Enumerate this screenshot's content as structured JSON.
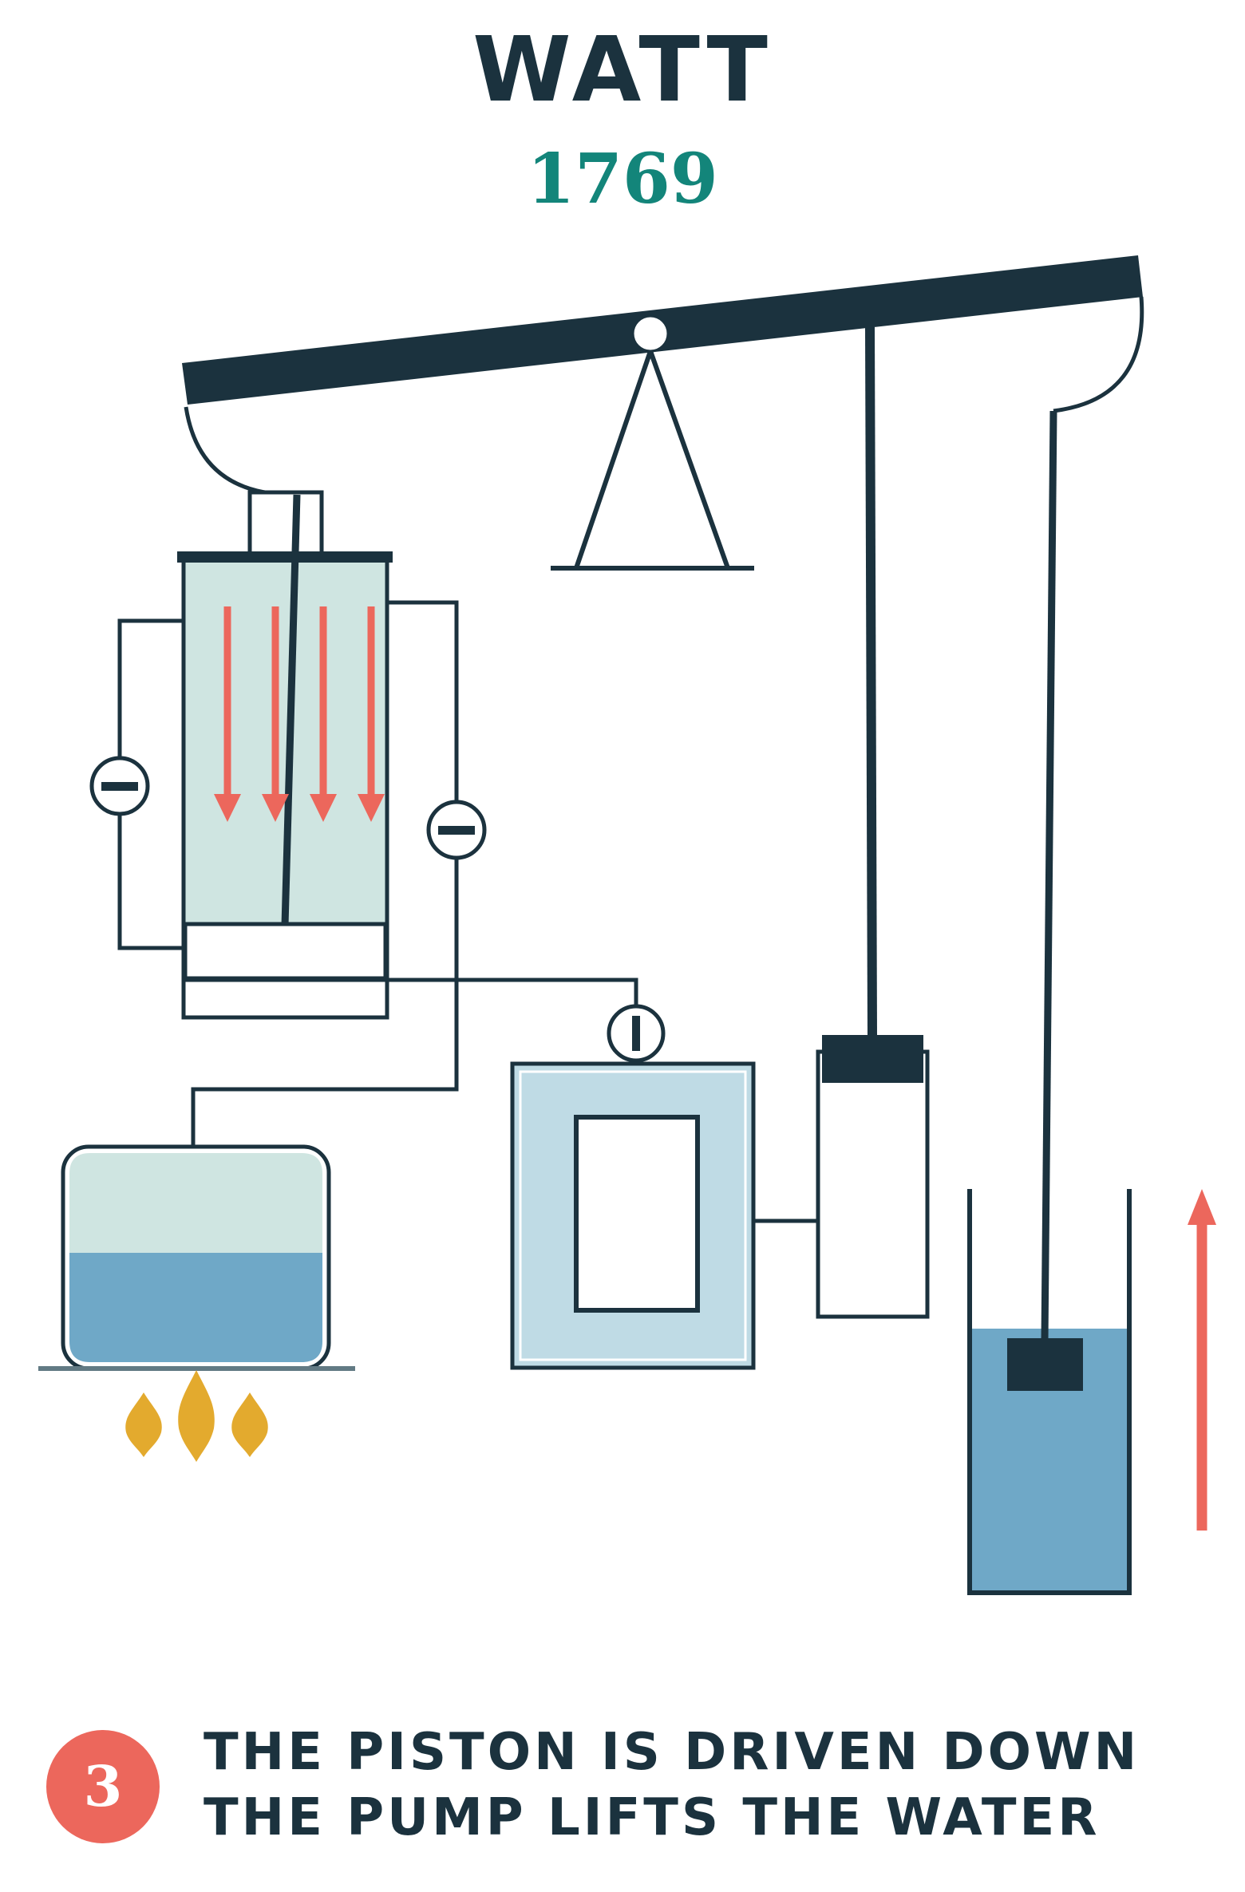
{
  "title": "WATT",
  "year": "1769",
  "step": {
    "number": "3",
    "line1": "THE PISTON IS DRIVEN DOWN",
    "line2": "THE PUMP LIFTS THE WATER"
  },
  "colors": {
    "dark": "#1b323e",
    "teal": "#13857a",
    "arrow": "#ec675c",
    "steam": "#cfe5e1",
    "water": "#6fa8c7",
    "condenser": "#bfdbe5",
    "flame": "#e3aa2e"
  },
  "icons": [
    "valve-closed-icon",
    "valve-open-icon",
    "flame-icon",
    "arrow-down-icon",
    "arrow-up-icon"
  ]
}
